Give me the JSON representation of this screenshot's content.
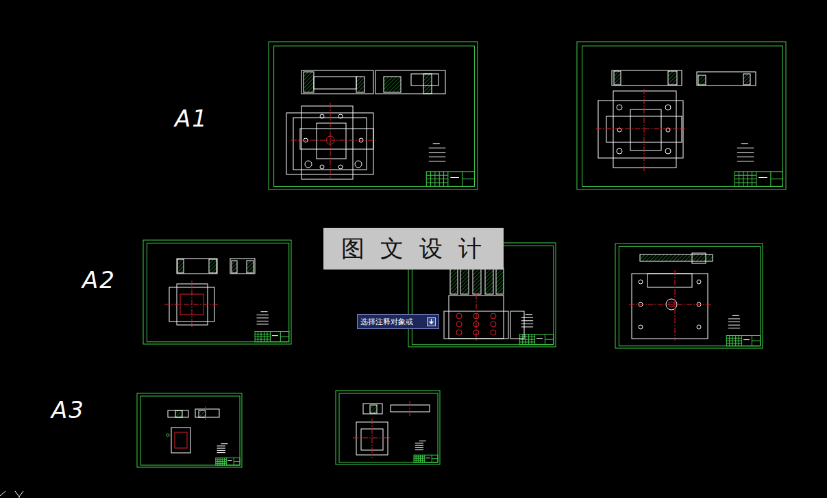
{
  "diagram": {
    "nodes": [
      {
        "text": [
          "图 文 设 计"
        ]
      },
      {
        "text": [
          "选择注释对象或"
        ]
      }
    ],
    "labels": [
      "A1",
      "A2",
      "A3"
    ]
  }
}
